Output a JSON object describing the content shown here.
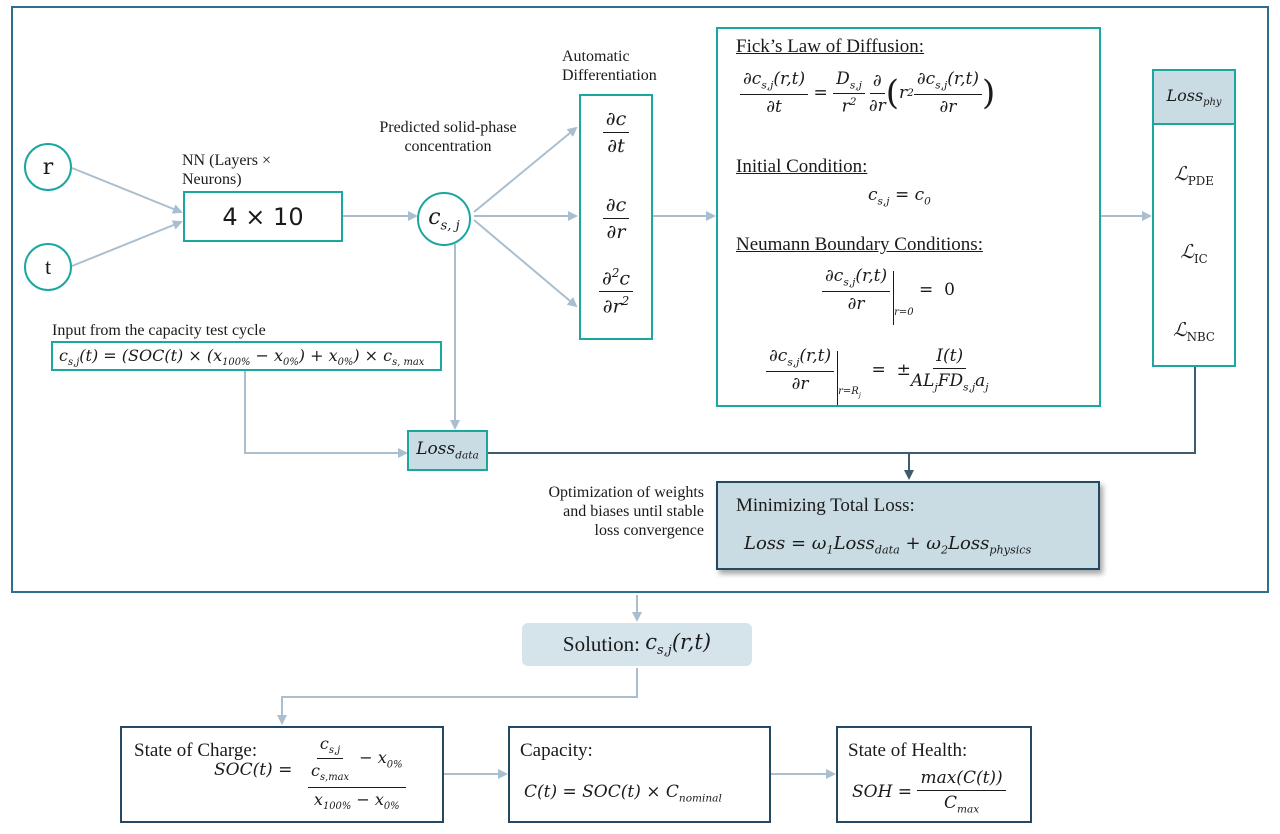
{
  "inputs": {
    "r": "r",
    "t": "t"
  },
  "nn": {
    "label": "NN (Layers × Neurons)",
    "value": "4 × 10"
  },
  "predicted": {
    "label": "Predicted solid-phase concentration",
    "symbol": "c",
    "sub": "s, j"
  },
  "autodiff": {
    "label": "Automatic Differentiation",
    "derivatives": [
      "∂c/∂t",
      "∂c/∂r",
      "∂²c/∂r²"
    ]
  },
  "input_from_test": {
    "label": "Input from the capacity test cycle",
    "formula": "c_s,j(t) = (SOC(t) × (x_100% − x_0%) + x_0%) × c_s,max"
  },
  "fick": {
    "title": "Fick’s Law of Diffusion:",
    "eq": "∂c_s,j(r,t)/∂t = D_s,j/r² · ∂/∂r ( r² ∂c_s,j(r,t)/∂r )",
    "initial_title": "Initial Condition:",
    "initial_eq": "c_s,j = c_0",
    "neumann_title": "Neumann Boundary Conditions:",
    "neumann_eq1": "∂c_s,j(r,t)/∂r |_{r=0} = 0",
    "neumann_eq2": "∂c_s,j(r,t)/∂r |_{r=R_j} = ± I(t)/(A L_j F D_s,j a_j)"
  },
  "loss_phy": {
    "title": "Loss_phy",
    "items": [
      "ℒ_PDE",
      "ℒ_IC",
      "ℒ_NBC"
    ]
  },
  "loss_data": {
    "label": "Loss_data"
  },
  "optimization": {
    "label": "Optimization of weights and biases until stable loss convergence"
  },
  "total_loss": {
    "title": "Minimizing Total Loss:",
    "formula": "Loss = ω1 Loss_data + ω2 Loss_physics"
  },
  "solution": {
    "label": "Solution:",
    "formula": "c_s,j(r,t)"
  },
  "soc": {
    "title": "State of Charge:",
    "formula": "SOC(t) = (c_s,j/c_s,max − x_0%)/(x_100% − x_0%)"
  },
  "capacity": {
    "title": "Capacity:",
    "formula": "C(t) = SOC(t) × C_nominal"
  },
  "soh": {
    "title": "State of Health:",
    "formula": "SOH = max(C(t))/C_max"
  },
  "colors": {
    "teal": "#1ba7a0",
    "navy": "#244a63",
    "frame": "#2e6f8e",
    "arrow": "#a9bfd0",
    "shaded": "#c9dce4"
  }
}
